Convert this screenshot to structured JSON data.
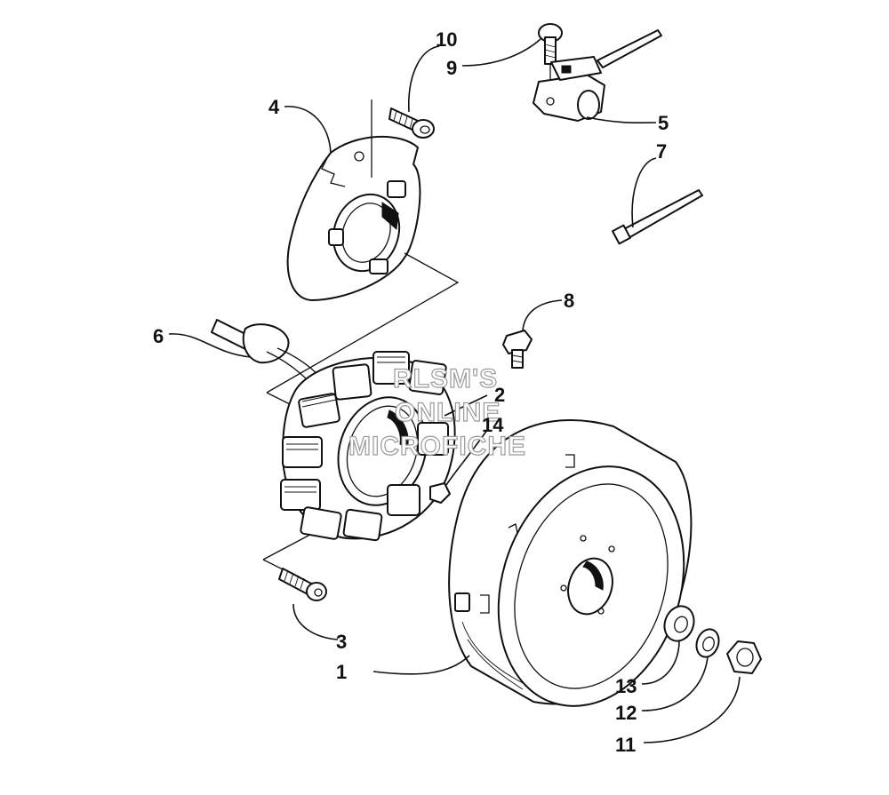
{
  "callouts": [
    {
      "id": "1",
      "text": "1"
    },
    {
      "id": "2",
      "text": "2"
    },
    {
      "id": "3",
      "text": "3"
    },
    {
      "id": "4",
      "text": "4"
    },
    {
      "id": "5",
      "text": "5"
    },
    {
      "id": "6",
      "text": "6"
    },
    {
      "id": "7",
      "text": "7"
    },
    {
      "id": "8",
      "text": "8"
    },
    {
      "id": "9",
      "text": "9"
    },
    {
      "id": "10",
      "text": "10"
    },
    {
      "id": "11",
      "text": "11"
    },
    {
      "id": "12",
      "text": "12"
    },
    {
      "id": "13",
      "text": "13"
    },
    {
      "id": "14",
      "text": "14"
    }
  ],
  "watermark": {
    "line1": "RLSM'S",
    "line2": "ONLINE",
    "line3": "MICROFICHE"
  }
}
